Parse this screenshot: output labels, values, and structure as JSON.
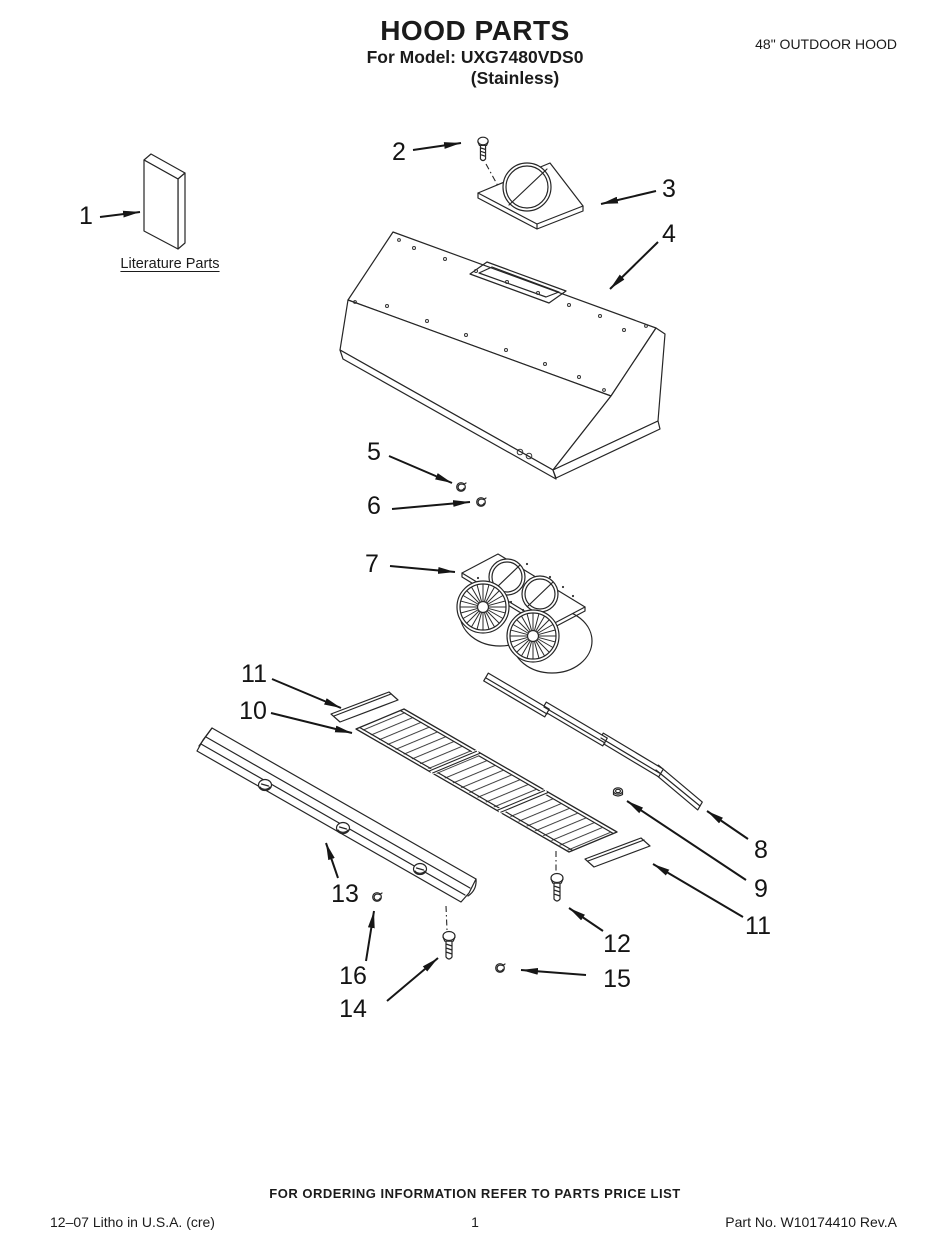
{
  "header": {
    "title": "HOOD PARTS",
    "model": "For Model: UXG7480VDS0",
    "finish": "(Stainless)",
    "product": "48\" OUTDOOR HOOD"
  },
  "diagram": {
    "literature_label": "Literature Parts",
    "callouts": {
      "c1": "1",
      "c2": "2",
      "c3": "3",
      "c4": "4",
      "c5": "5",
      "c6": "6",
      "c7": "7",
      "c8": "8",
      "c9": "9",
      "c10": "10",
      "c11a": "11",
      "c11b": "11",
      "c12": "12",
      "c13": "13",
      "c14": "14",
      "c15": "15",
      "c16": "16"
    }
  },
  "footer": {
    "ordering_note": "FOR ORDERING INFORMATION REFER TO PARTS PRICE LIST",
    "litho": "12–07 Litho in U.S.A. (cre)",
    "page_number": "1",
    "part_number": "Part No. W10174410 Rev.A"
  },
  "colors": {
    "ink": "#1b1b1b",
    "paper": "#ffffff"
  }
}
